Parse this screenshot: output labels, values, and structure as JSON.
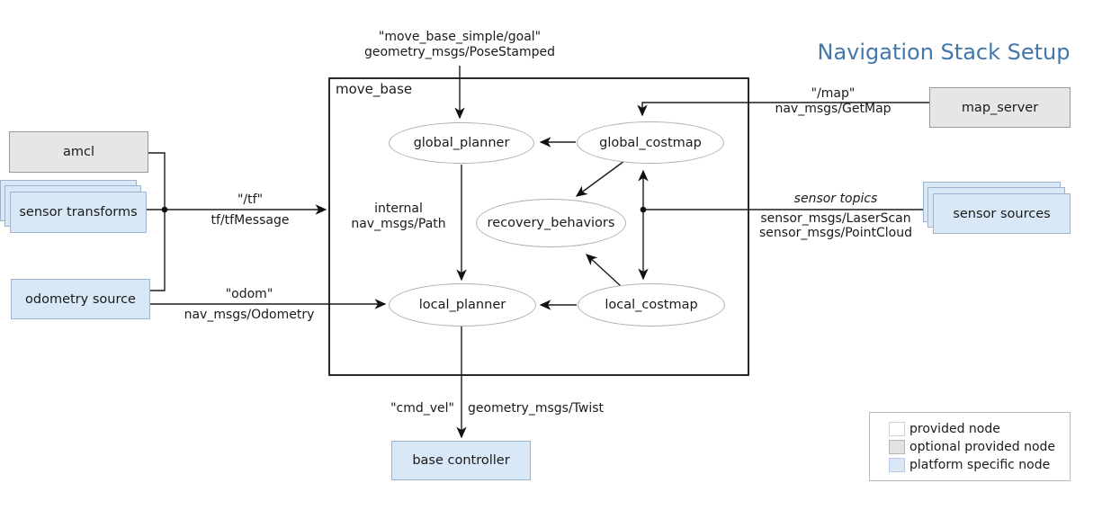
{
  "title": {
    "text": "Navigation Stack Setup"
  },
  "container": {
    "label": "move_base"
  },
  "nodes": {
    "amcl": {
      "label": "amcl"
    },
    "sensor_transforms": {
      "label": "sensor transforms"
    },
    "odometry_source": {
      "label": "odometry source"
    },
    "map_server": {
      "label": "map_server"
    },
    "sensor_sources": {
      "label": "sensor sources"
    },
    "base_controller": {
      "label": "base controller"
    },
    "global_planner": {
      "label": "global_planner"
    },
    "global_costmap": {
      "label": "global_costmap"
    },
    "recovery_behaviors": {
      "label": "recovery_behaviors"
    },
    "local_planner": {
      "label": "local_planner"
    },
    "local_costmap": {
      "label": "local_costmap"
    }
  },
  "edges": {
    "goal": {
      "topic": "\"move_base_simple/goal\"",
      "type": "geometry_msgs/PoseStamped"
    },
    "tf": {
      "topic": "\"/tf\"",
      "type": "tf/tfMessage"
    },
    "odom": {
      "topic": "\"odom\"",
      "type": "nav_msgs/Odometry"
    },
    "map": {
      "topic": "\"/map\"",
      "type": "nav_msgs/GetMap"
    },
    "sensor": {
      "topic": "sensor topics",
      "type1": "sensor_msgs/LaserScan",
      "type2": "sensor_msgs/PointCloud"
    },
    "internal": {
      "label": "internal",
      "type": "nav_msgs/Path"
    },
    "cmd_vel": {
      "topic": "\"cmd_vel\"",
      "type": "geometry_msgs/Twist"
    }
  },
  "legend": {
    "items": [
      {
        "label": "provided node",
        "color": "#ffffff"
      },
      {
        "label": "optional provided node",
        "color": "#e2e2e2"
      },
      {
        "label": "platform specific node",
        "color": "#d9e8f7"
      }
    ]
  },
  "colors": {
    "title": "#4177a9",
    "line": "#1c1c1c",
    "provided_node_fill": "#ffffff",
    "optional_node_fill": "#e6e6e6",
    "platform_node_fill": "#d9e8f7"
  }
}
